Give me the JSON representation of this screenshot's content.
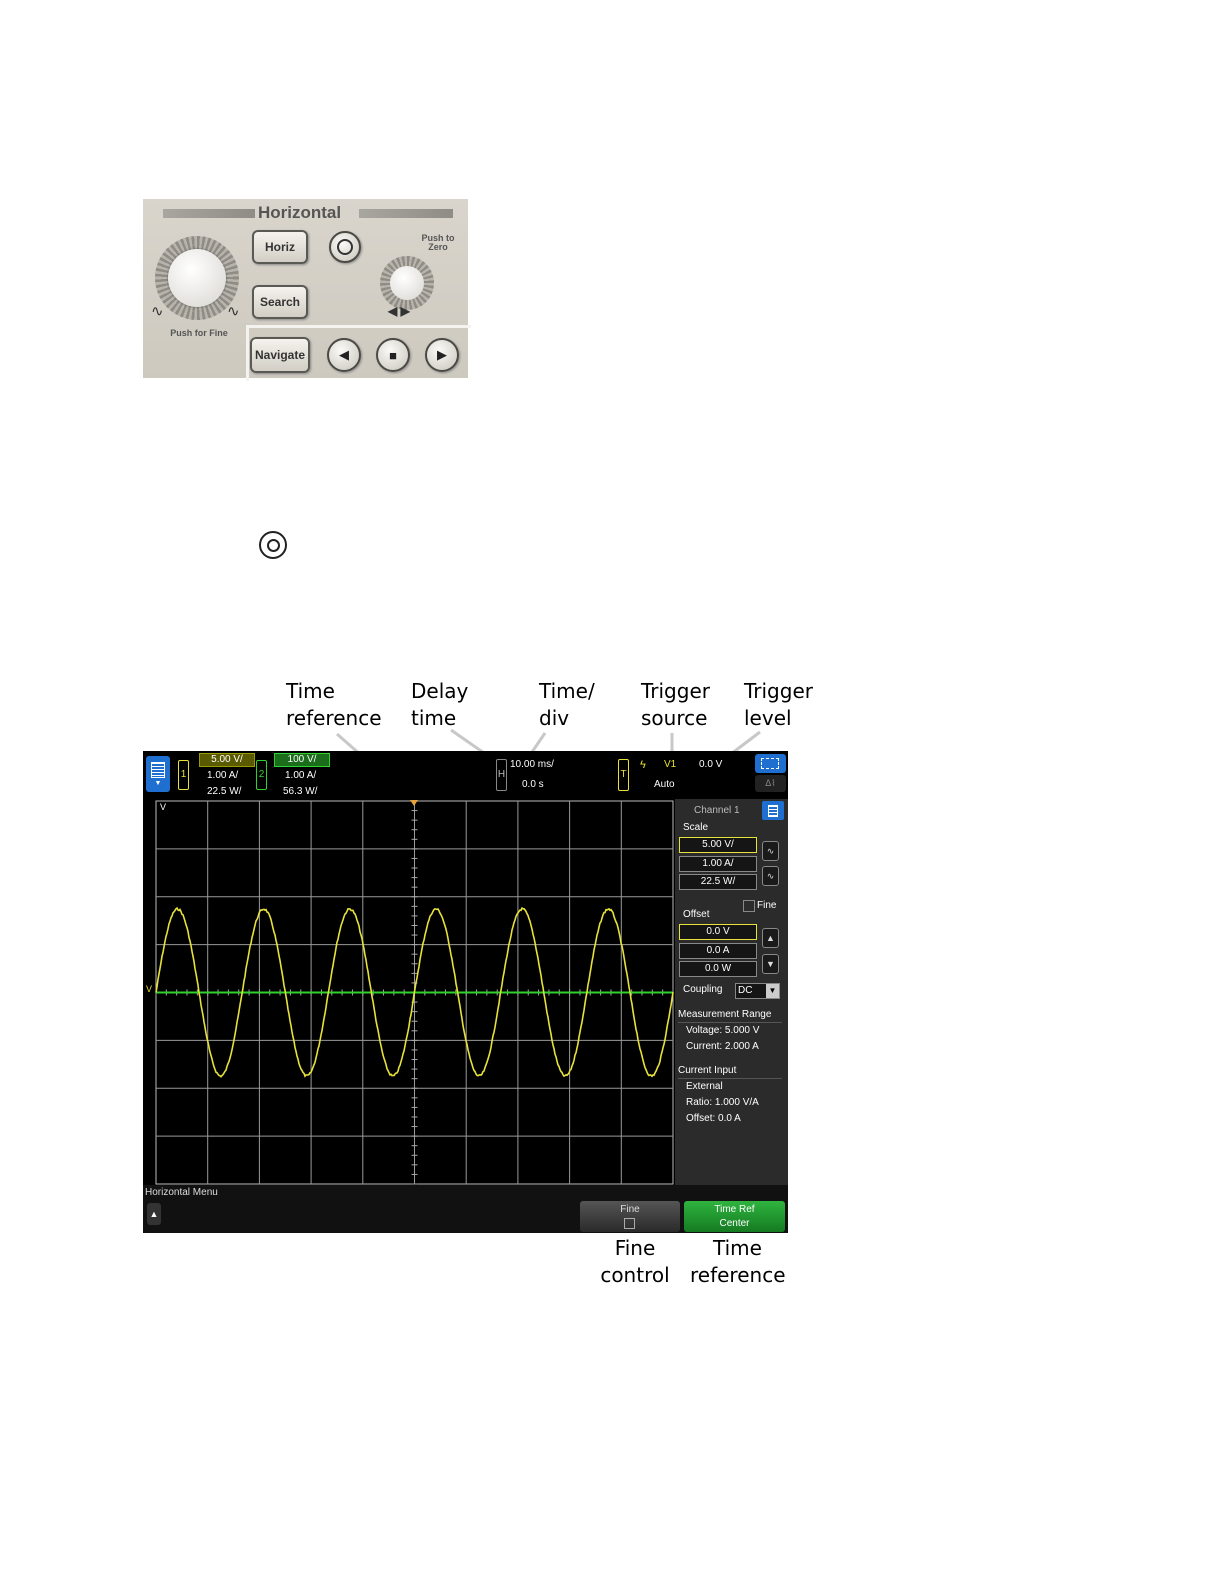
{
  "front_panel": {
    "title": "Horizontal",
    "buttons": {
      "horiz": "Horiz",
      "search": "Search",
      "navigate": "Navigate"
    },
    "left_knob_label": "Push for Fine",
    "right_knob_label": "Push to Zero",
    "icons": [
      "zoom-icon",
      "back-icon",
      "stop-icon",
      "forward-icon"
    ]
  },
  "callouts": {
    "time_reference": "Time reference",
    "delay_time": "Delay time",
    "time_div": "Time/ div",
    "trigger_source": "Trigger source",
    "trigger_level": "Trigger level",
    "fine_control": "Fine control",
    "time_reference_bottom": "Time reference"
  },
  "scope": {
    "channel1": {
      "number": "1",
      "scale_v": "5.00 V/",
      "scale_a": "1.00 A/",
      "scale_w": "22.5 W/"
    },
    "channel2": {
      "number": "2",
      "scale_v": "100 V/",
      "scale_a": "1.00 A/",
      "scale_w": "56.3 W/"
    },
    "horizontal": {
      "badge": "H",
      "time_div": "10.00 ms/",
      "delay": "0.0 s"
    },
    "trigger": {
      "badge": "T",
      "source": "V1",
      "mode": "Auto",
      "level": "0.0 V"
    },
    "grid_label": "V",
    "ground_marker": "V",
    "side_panel": {
      "title": "Channel 1",
      "scale_label": "Scale",
      "scale_values": [
        "5.00 V/",
        "1.00 A/",
        "22.5 W/"
      ],
      "fine_label": "Fine",
      "offset_label": "Offset",
      "offset_values": [
        "0.0 V",
        "0.0 A",
        "0.0 W"
      ],
      "coupling_label": "Coupling",
      "coupling_value": "DC",
      "measurement_range_label": "Measurement Range",
      "voltage": "Voltage: 5.000 V",
      "current": "Current: 2.000 A",
      "current_input_label": "Current Input",
      "external": "External",
      "ratio": "Ratio:  1.000 V/A",
      "offset": "Offset: 0.0 A"
    },
    "menu_label": "Horizontal Menu",
    "softkeys": {
      "fine": "Fine",
      "time_ref_line1": "Time Ref",
      "time_ref_line2": "Center"
    },
    "colors": {
      "channel1": "#e7e23a",
      "channel2": "#2fd12f",
      "accent": "#1e6fd0",
      "softkey_active": "#1c9c2a"
    }
  }
}
